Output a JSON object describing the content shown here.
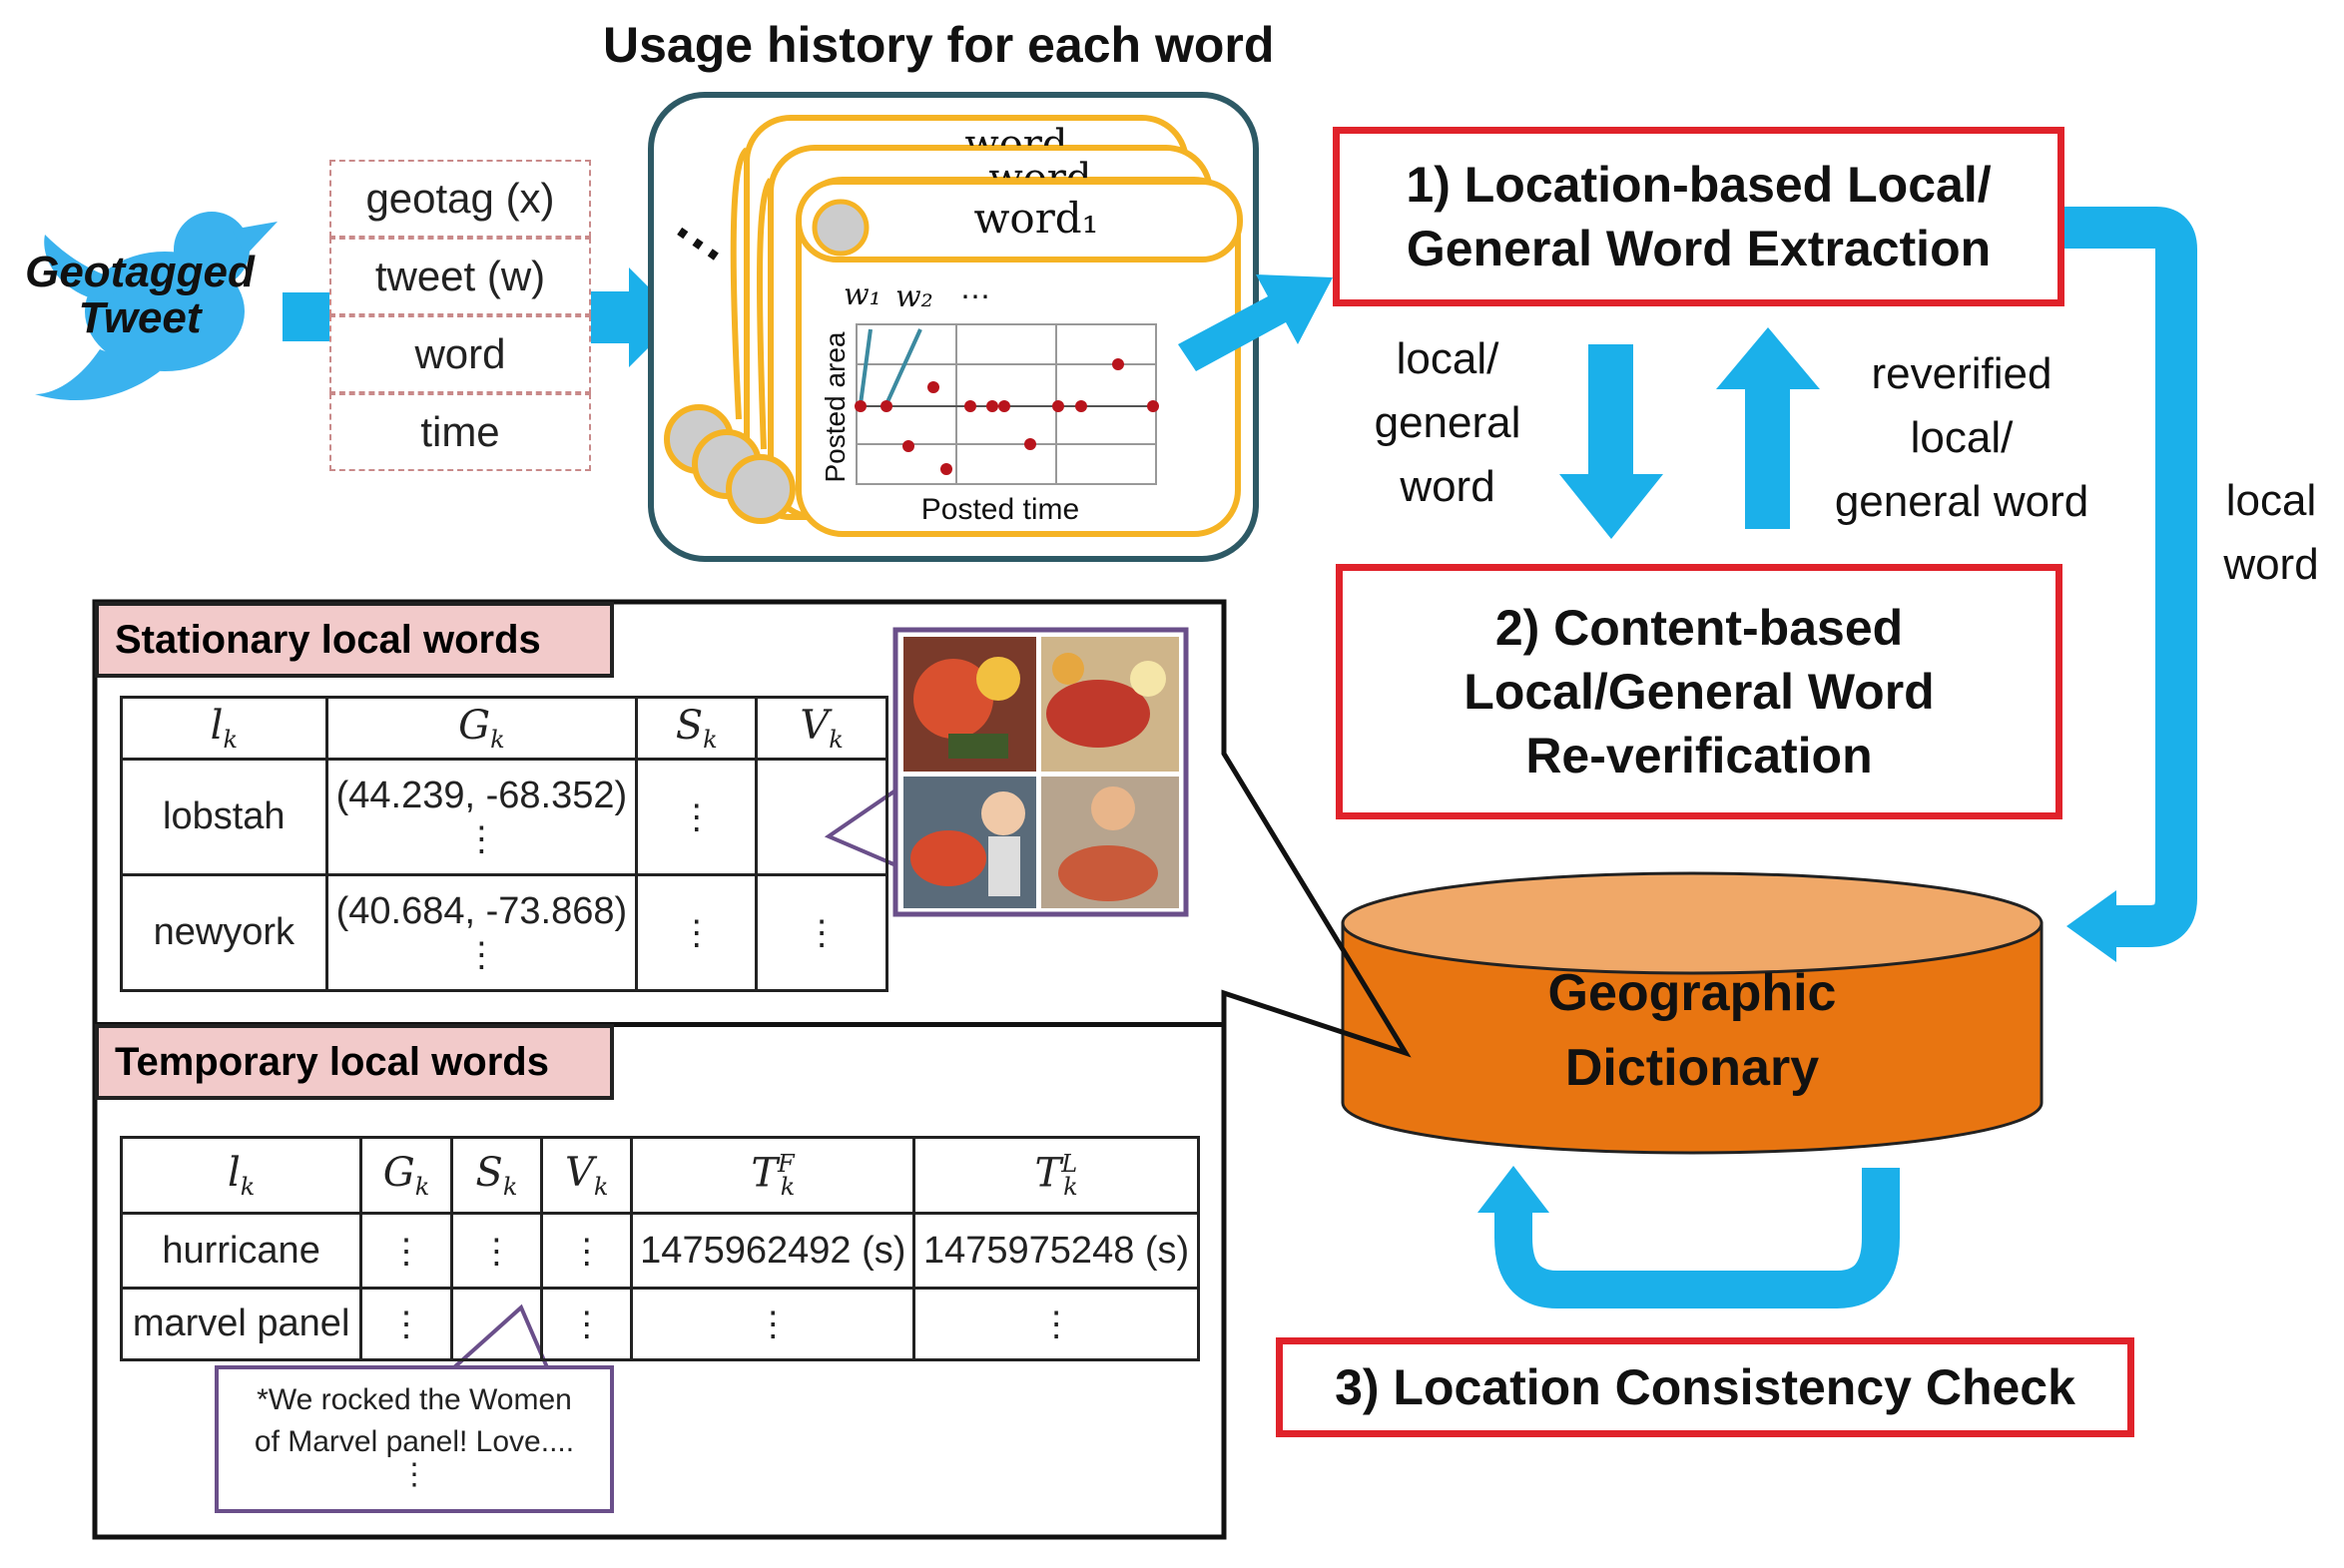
{
  "title": "Usage history for each word",
  "source": {
    "line1": "Geotagged",
    "line2": "Tweet"
  },
  "tweet_fields": [
    "geotag (x)",
    "tweet (w)",
    "word",
    "time"
  ],
  "history": {
    "cards": [
      "word",
      "word",
      "word₁"
    ],
    "ellipsis": "⋯",
    "plot": {
      "w1": "w₁",
      "w2": "w₂",
      "dots": "⋯",
      "ylabel": "Posted area",
      "xlabel": "Posted time"
    }
  },
  "steps": {
    "s1": "1) Location-based Local/\nGeneral Word Extraction",
    "s2": "2) Content-based\nLocal/General Word\nRe-verification",
    "s3": "3) Location Consistency Check"
  },
  "arrow_labels": {
    "down": "local/\ngeneral\nword",
    "up": "reverified\nlocal/\ngeneral word",
    "side": "local\nword"
  },
  "dictionary": "Geographic\nDictionary",
  "stationary": {
    "tag": "Stationary local words",
    "headers": [
      "l",
      "G",
      "S",
      "V"
    ],
    "header_sub": "k",
    "rows": [
      {
        "word": "lobstah",
        "coord": "(44.239, -68.352)",
        "s": "⋮",
        "v": ""
      },
      {
        "word": "newyork",
        "coord": "(40.684, -73.868)",
        "s": "⋮",
        "v": "⋮"
      }
    ]
  },
  "temporary": {
    "tag": "Temporary local words",
    "headers": [
      "l",
      "G",
      "S",
      "V",
      "T",
      "T"
    ],
    "header_sub": "k",
    "header_sup": [
      "F",
      "L"
    ],
    "rows": [
      {
        "word": "hurricane",
        "g": "⋮",
        "s": "⋮",
        "v": "⋮",
        "tf": "1475962492 (s)",
        "tl": "1475975248 (s)"
      },
      {
        "word": "marvel panel",
        "g": "⋮",
        "s": "",
        "v": "⋮",
        "tf": "⋮",
        "tl": "⋮"
      }
    ]
  },
  "tweet_callout": {
    "line1": "*We rocked the Women",
    "line2": "of Marvel panel! Love....",
    "line3": "⋮"
  },
  "colors": {
    "arrow": "#1bb0ea",
    "step_border": "#e0222a",
    "card": "#f5b324",
    "dictionary": "#e87511",
    "tag": "#f2caca",
    "history_border": "#2d5965"
  }
}
